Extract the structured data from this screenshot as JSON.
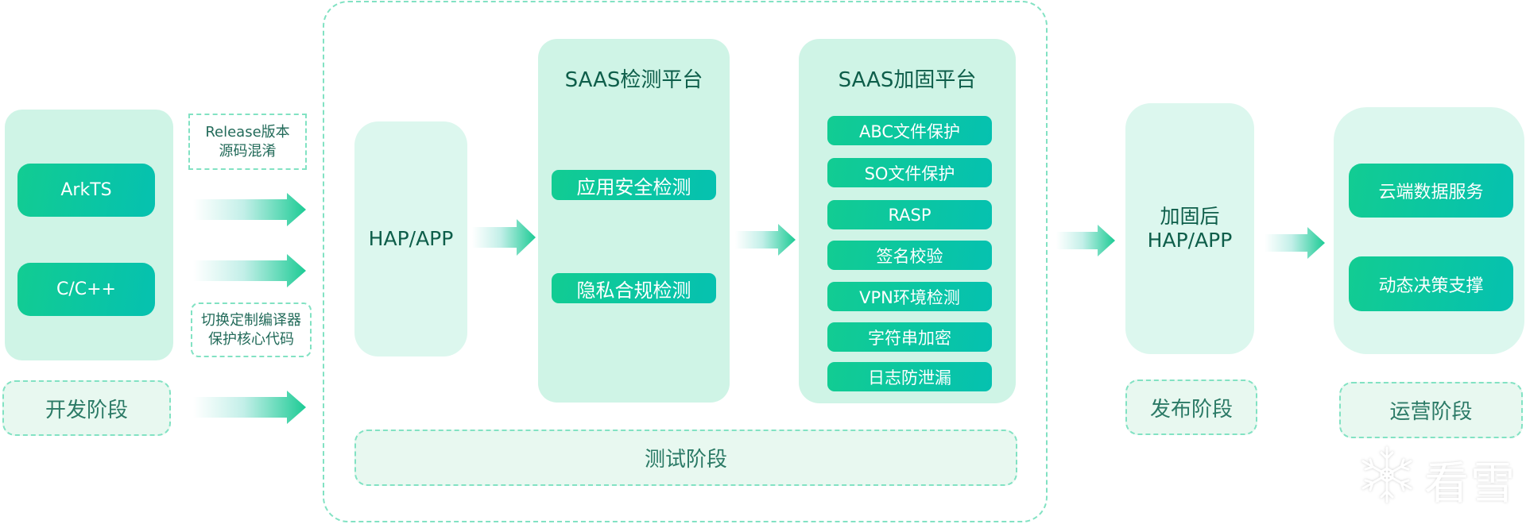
{
  "colors": {
    "accent_start": "#12cc92",
    "accent_end": "#05c1b0",
    "panel": "#cff4e6",
    "panel_light": "#dcf7ee",
    "phase_bg": "#e8f8f0",
    "dashed_border": "#82e2c3",
    "title_text": "#0e5e4a",
    "phase_text": "#2b7a66"
  },
  "dev": {
    "languages": [
      "ArkTS",
      "C/C++"
    ],
    "notes": {
      "release": [
        "Release版本",
        "源码混淆"
      ],
      "compiler": [
        "切换定制编译器",
        "保护核心代码"
      ]
    },
    "phase_label": "开发阶段"
  },
  "test": {
    "hap_label": "HAP/APP",
    "detect_platform": {
      "title": "SAAS检测平台",
      "items": [
        "应用安全检测",
        "隐私合规检测"
      ]
    },
    "harden_platform": {
      "title": "SAAS加固平台",
      "items": [
        "ABC文件保护",
        "SO文件保护",
        "RASP",
        "签名校验",
        "VPN环境检测",
        "字符串加密",
        "日志防泄漏"
      ]
    },
    "phase_label": "测试阶段"
  },
  "release": {
    "label_line1": "加固后",
    "label_line2": "HAP/APP",
    "phase_label": "发布阶段"
  },
  "ops": {
    "items": [
      "云端数据服务",
      "动态决策支撑"
    ],
    "phase_label": "运营阶段"
  },
  "watermark": {
    "icon": "snowflake-icon",
    "text": "看雪"
  }
}
